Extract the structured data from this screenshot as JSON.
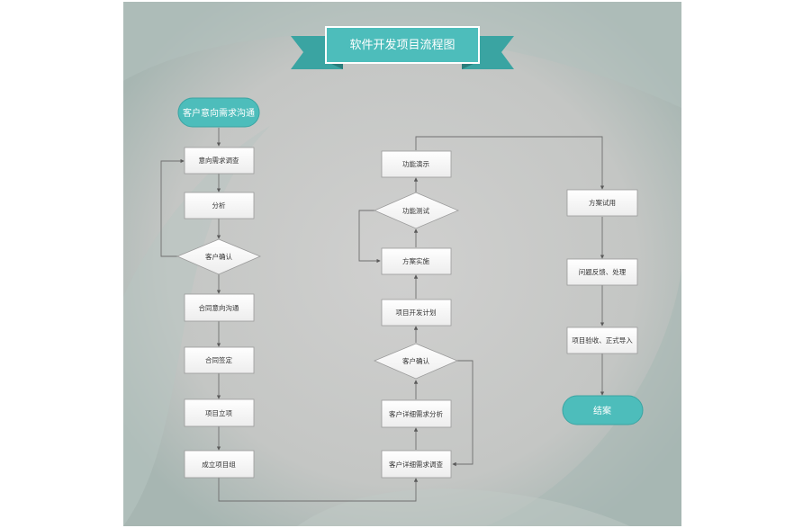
{
  "title": "软件开发项目流程图",
  "colors": {
    "teal": "#4dbdbb",
    "teal_dark": "#3aa4a2",
    "box_border": "#9a9a9a",
    "box_fill": "#f7f7f7",
    "connector": "#6f6f6f",
    "bg_outer": "#a9b8b4",
    "bg_inner": "#cbcbca"
  },
  "nodes": {
    "start": "客户意向需求沟通",
    "intent_survey": "意向需求调查",
    "analysis": "分析",
    "client_confirm_1": "客户确认",
    "contract_communication": "合同意向沟通",
    "contract_signing": "合同签定",
    "project_initiation": "项目立项",
    "form_team": "成立项目组",
    "detailed_survey": "客户详细需求调查",
    "detailed_analysis": "客户详细需求分析",
    "client_confirm_2": "客户确认",
    "dev_plan": "项目开发计划",
    "implementation": "方案实施",
    "function_test": "功能测试",
    "function_demo": "功能演示",
    "trial": "方案试用",
    "feedback": "问题反馈、处理",
    "acceptance": "项目验收、正式导入",
    "end": "结案"
  }
}
